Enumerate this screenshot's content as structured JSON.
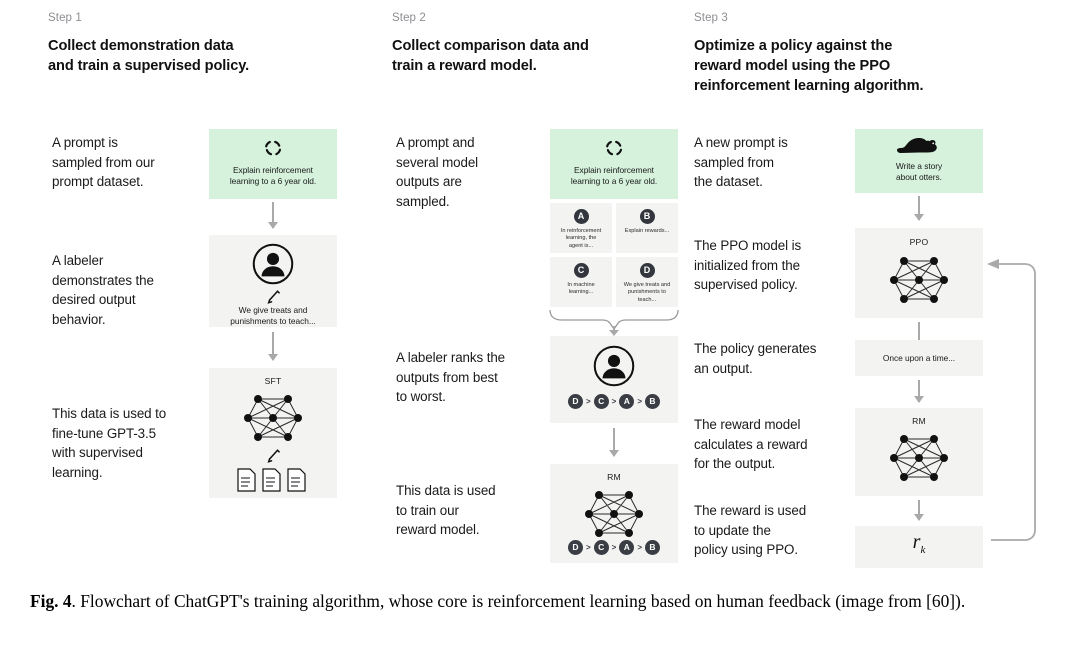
{
  "steps": [
    {
      "label": "Step 1",
      "title_line1": "Collect demonstration data",
      "title_line2": "and train a supervised policy.",
      "narratives": [
        "A prompt is\nsampled from our\nprompt dataset.",
        "A labeler\ndemonstrates the\ndesired output\nbehavior.",
        "This data is used to\nfine-tune GPT-3.5\nwith supervised\nlearning."
      ],
      "prompt_box": {
        "icon": "refresh-cycle-icon",
        "text": "Explain reinforcement\nlearning to a 6 year old."
      },
      "labeler_box": {
        "icon": "person-avatar-icon",
        "pencil": "pencil-icon",
        "text": "We give treats and\npunishments to teach..."
      },
      "model_box": {
        "caption": "SFT",
        "network": "neural-network-icon",
        "pencil": "pencil-icon",
        "documents": "documents-icon"
      }
    },
    {
      "label": "Step 2",
      "title_line1": "Collect comparison data and",
      "title_line2": "train a reward model.",
      "narratives": [
        "A prompt and\nseveral model\noutputs are\nsampled.",
        "A labeler ranks the\noutputs from best\nto worst.",
        "This data is used\nto train our\nreward model."
      ],
      "prompt_box": {
        "icon": "refresh-cycle-icon",
        "text": "Explain reinforcement\nlearning to a 6 year old."
      },
      "options": [
        {
          "badge": "A",
          "text": "In reinforcement\nlearning, the\nagent is..."
        },
        {
          "badge": "B",
          "text": "Explain rewards..."
        },
        {
          "badge": "C",
          "text": "In machine\nlearning..."
        },
        {
          "badge": "D",
          "text": "We give treats and\npunishments to\nteach..."
        }
      ],
      "labeler_box": {
        "icon": "person-avatar-icon",
        "ranking": [
          "D",
          "C",
          "A",
          "B"
        ],
        "separator": ">"
      },
      "model_box": {
        "caption": "RM",
        "network": "neural-network-icon",
        "ranking": [
          "D",
          "C",
          "A",
          "B"
        ],
        "separator": ">"
      }
    },
    {
      "label": "Step 3",
      "title_line1": "Optimize a policy against the",
      "title_line2": "reward model using the PPO",
      "title_line3": "reinforcement learning algorithm.",
      "narratives": [
        "A new prompt is\nsampled from\nthe dataset.",
        "The PPO model is\ninitialized from the\nsupervised policy.",
        "The policy generates\nan output.",
        "The reward model\ncalculates a reward\nfor the output.",
        "The reward is used\nto update the\npolicy using PPO."
      ],
      "prompt_box": {
        "icon": "otter-icon",
        "text": "Write a story\nabout otters."
      },
      "ppo_box": {
        "caption": "PPO",
        "network": "neural-network-icon"
      },
      "output_box": {
        "text": "Once upon a time..."
      },
      "rm_box": {
        "caption": "RM",
        "network": "neural-network-icon"
      },
      "reward_box": {
        "symbol": "r",
        "subscript": "k"
      },
      "feedback_loop": "feedback-loop-arrow"
    }
  ],
  "caption": {
    "prefix": "Fig. 4",
    "body": ". Flowchart of ChatGPT's training algorithm, whose core is reinforcement learning based on human feedback (image from [60])."
  },
  "colors": {
    "prompt_green": "#d6f2dc",
    "panel_grey": "#f3f3f2",
    "badge_dark": "#33363d",
    "arrow_grey": "#a9a9a9",
    "step_label_grey": "#8e8e93"
  }
}
